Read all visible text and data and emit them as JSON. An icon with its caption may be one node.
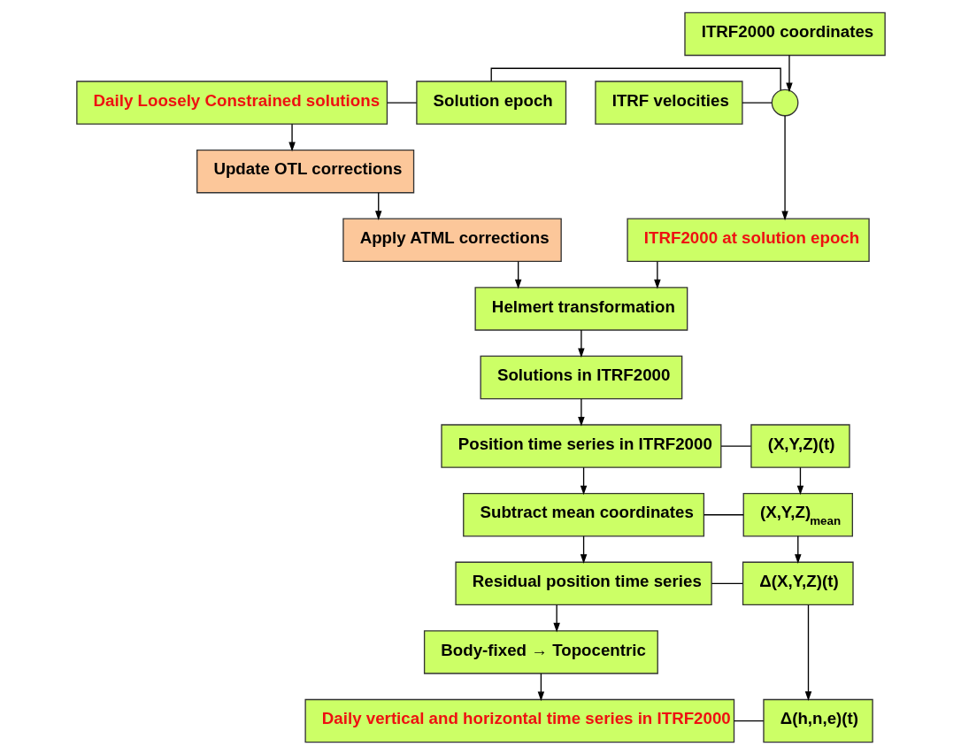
{
  "diagram": {
    "nodes": [
      {
        "text": [
          "Daily Loosely Constrained solutions"
        ]
      },
      {
        "text": [
          "ITRF2000 coordinates"
        ]
      },
      {
        "text": [
          "Solution epoch"
        ]
      },
      {
        "text": [],
        "shape": "circle"
      },
      {
        "text": [
          "ITRF velocities"
        ]
      },
      {
        "text": [
          "ITRF2000 at solution epoch"
        ]
      },
      {
        "text": [
          "Update OTL corrections"
        ]
      },
      {
        "text": [
          "Apply ATML corrections"
        ]
      },
      {
        "text": [
          "Helmert transformation"
        ]
      },
      {
        "text": [
          "Solutions in ITRF2000"
        ]
      },
      {
        "text": [
          "Position time series in ITRF2000"
        ]
      },
      {
        "text": [
          "(X,Y,Z)(t)"
        ]
      },
      {
        "text": [
          "Subtract mean coordinates"
        ]
      },
      {
        "text": [
          "(X,Y,Z)$_{mean}$"
        ]
      },
      {
        "text": [
          "Residual position time series"
        ]
      },
      {
        "text": [
          "Δ(X,Y,Z)(t)"
        ]
      },
      {
        "text": [
          "Body-fixed → Topocentric"
        ]
      },
      {
        "text": [
          "Daily vertical and horizontal time series in ITRF2000"
        ]
      },
      {
        "text": [
          "Δ(h,n,e)(t)"
        ]
      }
    ],
    "edges": [
      {
        "from": 0,
        "to": 2,
        "arrow": "none"
      },
      {
        "from": 2,
        "to": 3,
        "arrow": "none"
      },
      {
        "from": 4,
        "to": 3,
        "arrow": "none"
      },
      {
        "from": 1,
        "to": 3,
        "arrow": "to"
      },
      {
        "from": 3,
        "to": 5,
        "arrow": "to"
      },
      {
        "from": 0,
        "to": 6,
        "arrow": "to"
      },
      {
        "from": 6,
        "to": 7,
        "arrow": "to"
      },
      {
        "from": 7,
        "to": 8,
        "arrow": "to"
      },
      {
        "from": 5,
        "to": 8,
        "arrow": "to"
      },
      {
        "from": 8,
        "to": 9,
        "arrow": "to"
      },
      {
        "from": 9,
        "to": 10,
        "arrow": "to"
      },
      {
        "from": 10,
        "to": 11,
        "arrow": "none"
      },
      {
        "from": 11,
        "to": 13,
        "arrow": "to"
      },
      {
        "from": 12,
        "to": 13,
        "arrow": "none"
      },
      {
        "from": 10,
        "to": 12,
        "arrow": "to"
      },
      {
        "from": 12,
        "to": 14,
        "arrow": "to"
      },
      {
        "from": 13,
        "to": 15,
        "arrow": "to"
      },
      {
        "from": 14,
        "to": 15,
        "arrow": "none"
      },
      {
        "from": 14,
        "to": 16,
        "arrow": "to"
      },
      {
        "from": 16,
        "to": 17,
        "arrow": "to"
      },
      {
        "from": 15,
        "to": 18,
        "arrow": "to"
      },
      {
        "from": 17,
        "to": 18,
        "arrow": "none"
      }
    ]
  }
}
